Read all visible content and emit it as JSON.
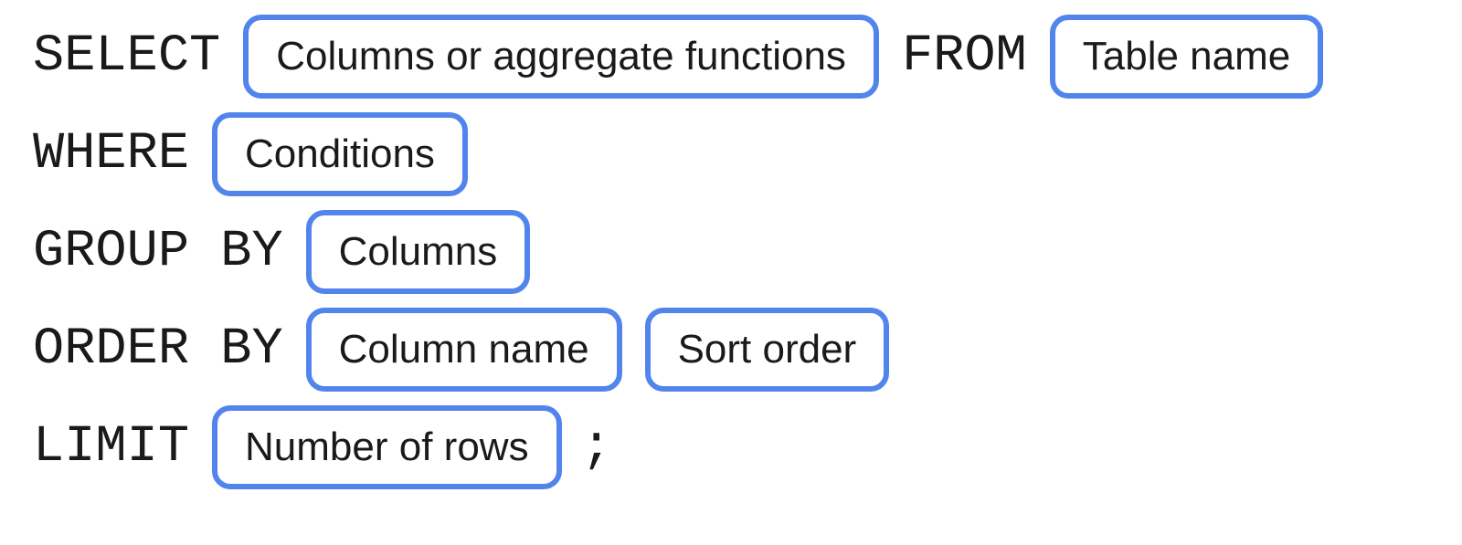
{
  "diagram": {
    "description": "SQL SELECT statement syntax diagram",
    "colors": {
      "box_border": "#5185EC",
      "text": "#1A1A1A",
      "background": "#FFFFFF"
    },
    "rows": [
      {
        "clause": "select-from",
        "segments": [
          {
            "type": "keyword",
            "text": "SELECT"
          },
          {
            "type": "placeholder",
            "text": "Columns or aggregate functions"
          },
          {
            "type": "keyword",
            "text": "FROM"
          },
          {
            "type": "placeholder",
            "text": "Table name"
          }
        ]
      },
      {
        "clause": "where",
        "segments": [
          {
            "type": "keyword",
            "text": "WHERE"
          },
          {
            "type": "placeholder",
            "text": "Conditions"
          }
        ]
      },
      {
        "clause": "group-by",
        "segments": [
          {
            "type": "keyword",
            "text": "GROUP BY"
          },
          {
            "type": "placeholder",
            "text": "Columns"
          }
        ]
      },
      {
        "clause": "order-by",
        "segments": [
          {
            "type": "keyword",
            "text": "ORDER BY"
          },
          {
            "type": "placeholder",
            "text": "Column name"
          },
          {
            "type": "placeholder",
            "text": "Sort order"
          }
        ]
      },
      {
        "clause": "limit",
        "segments": [
          {
            "type": "keyword",
            "text": "LIMIT"
          },
          {
            "type": "placeholder",
            "text": "Number of rows"
          },
          {
            "type": "terminator",
            "text": ";"
          }
        ]
      }
    ]
  }
}
